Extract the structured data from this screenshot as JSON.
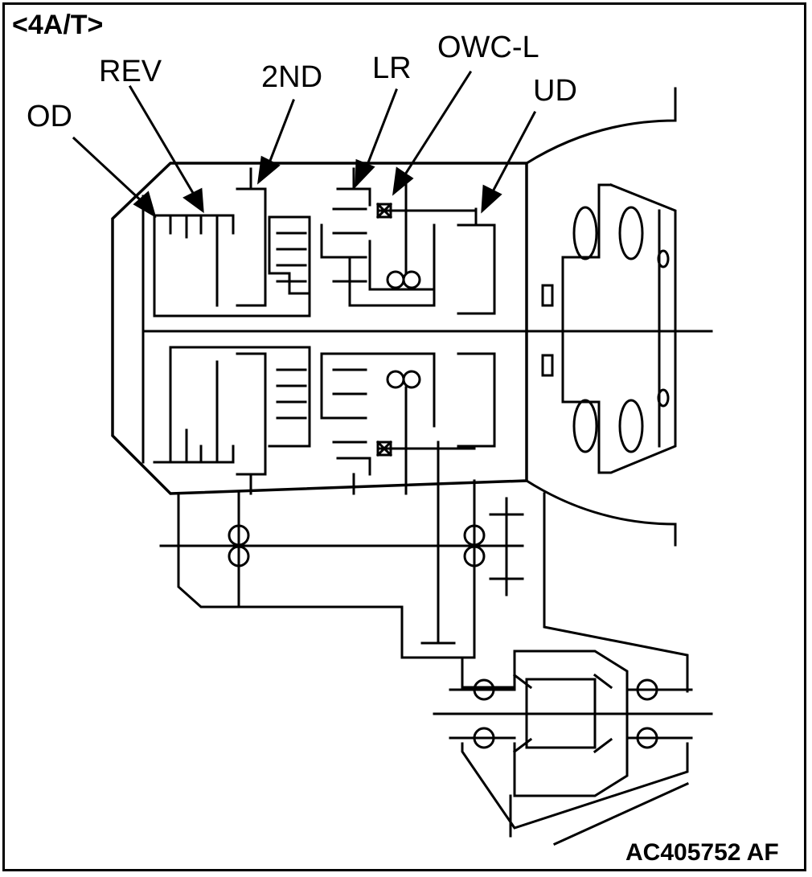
{
  "diagram": {
    "title": "<4A/T>",
    "labels": {
      "od": "OD",
      "rev": "REV",
      "second": "2ND",
      "lr": "LR",
      "owc_l": "OWC-L",
      "ud": "UD"
    },
    "figure_code": "AC405752 AF"
  },
  "colors": {
    "line": "#000000",
    "background": "#ffffff"
  }
}
